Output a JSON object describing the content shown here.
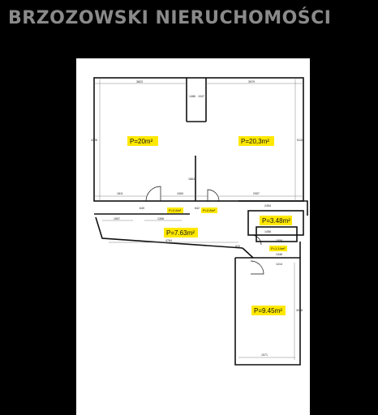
{
  "header": {
    "brand": "BRZOZOWSKI NIERUCHOMOŚCI"
  },
  "colors": {
    "background": "#000000",
    "brand_text": "#8a8a8a",
    "plan_bg": "#ffffff",
    "wall": "#111111",
    "area_highlight": "#ffe800"
  },
  "rooms": [
    {
      "label": "P=20m²"
    },
    {
      "label": "P=20,3m²"
    },
    {
      "label": "P=2.8m²"
    },
    {
      "label": "P=2.8m²"
    },
    {
      "label": "P=3.48m²"
    },
    {
      "label": "P=7.63m²"
    },
    {
      "label": "P=1.14m²"
    },
    {
      "label": "P=9.45m²"
    }
  ],
  "dimensions": {
    "top_left": "3823",
    "top_right": "3979",
    "left_height": "4326",
    "right_height": "5132",
    "bottom_left": "1811",
    "bottom_mid": "1060",
    "bottom_right": "2957",
    "shaft_1": "1486",
    "shaft_2": "1047",
    "shaft_3": "1864",
    "corridor_top": "2454",
    "corridor_left": "1507",
    "corridor_mid": "1356",
    "corridor_right": "1456",
    "corridor_long": "4764",
    "bath_1": "1558",
    "bath_2": "1346",
    "bath_3": "1414",
    "room_bottom": "1571",
    "room_height": "3026",
    "small_1": "640",
    "small_2": "642",
    "small_3": "620"
  }
}
